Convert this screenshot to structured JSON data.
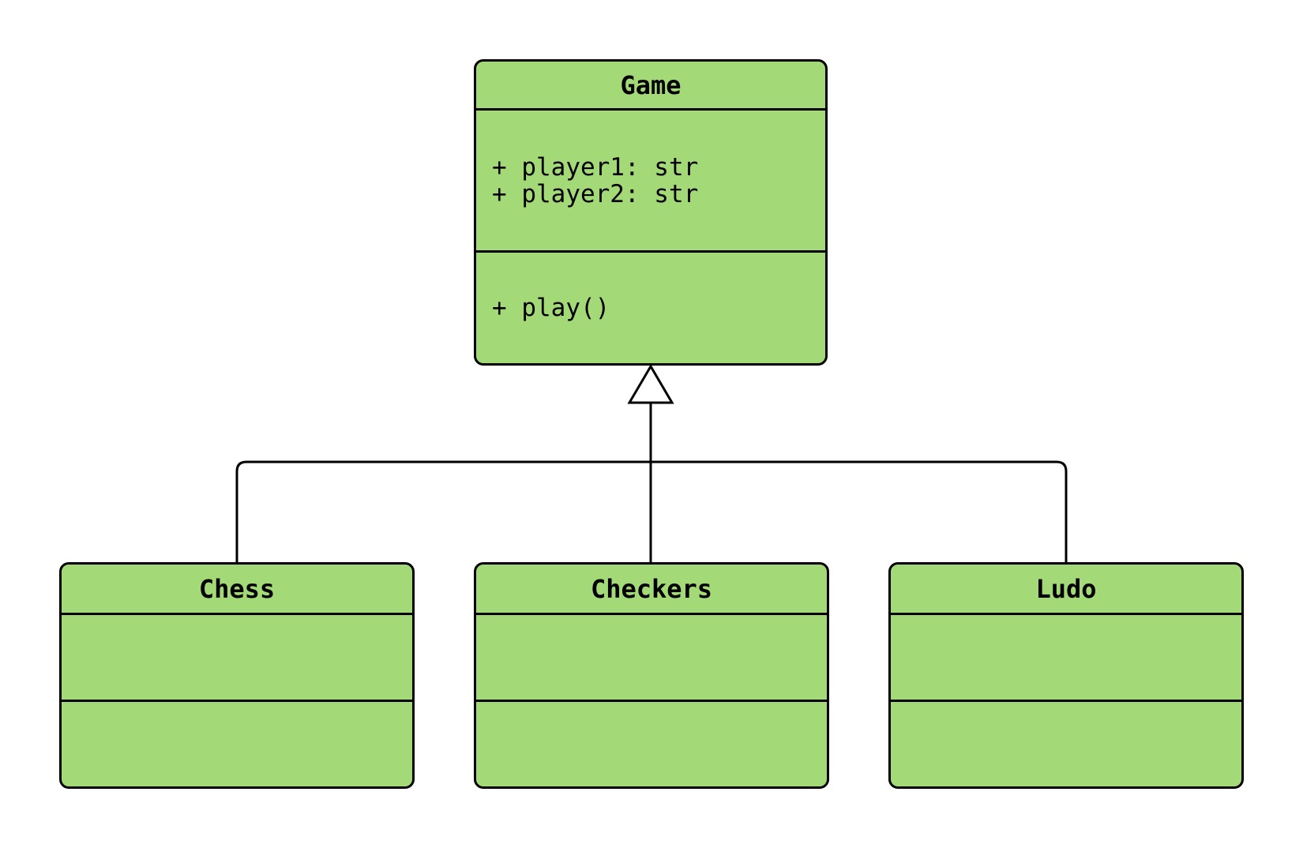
{
  "diagram": {
    "type": "uml-class-diagram",
    "colors": {
      "node_fill": "#a3d977",
      "node_border": "#000000",
      "line": "#000000",
      "background": "#ffffff",
      "text": "#000000"
    },
    "classes": [
      {
        "id": "game",
        "name": "Game",
        "attributes": [
          "+ player1: str",
          "+ player2: str"
        ],
        "methods": [
          "+ play()"
        ]
      },
      {
        "id": "chess",
        "name": "Chess",
        "attributes": [],
        "methods": []
      },
      {
        "id": "checkers",
        "name": "Checkers",
        "attributes": [],
        "methods": []
      },
      {
        "id": "ludo",
        "name": "Ludo",
        "attributes": [],
        "methods": []
      }
    ],
    "relationships": [
      {
        "from": "Chess",
        "to": "Game",
        "type": "inheritance"
      },
      {
        "from": "Checkers",
        "to": "Game",
        "type": "inheritance"
      },
      {
        "from": "Ludo",
        "to": "Game",
        "type": "inheritance"
      }
    ]
  }
}
